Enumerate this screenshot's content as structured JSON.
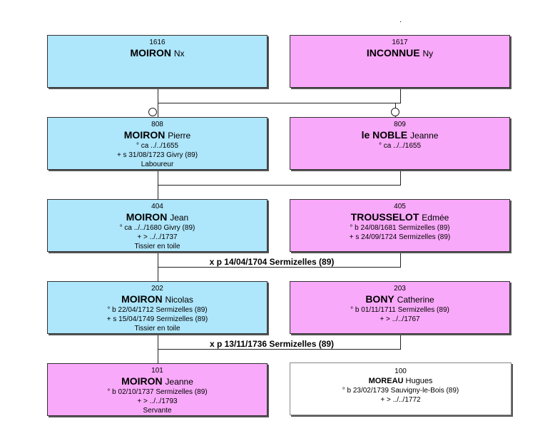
{
  "persons": {
    "p1616": {
      "num": "1616",
      "surname": "MOIRON",
      "given": "Nx",
      "lines": []
    },
    "p1617": {
      "num": "1617",
      "surname": "INCONNUE",
      "given": "Ny",
      "lines": []
    },
    "p808": {
      "num": "808",
      "surname": "MOIRON",
      "given": "Pierre",
      "lines": [
        "° ca ../../1655",
        "+ s 31/08/1723 Givry (89)",
        "Laboureur"
      ]
    },
    "p809": {
      "num": "809",
      "surname": "le NOBLE",
      "given": "Jeanne",
      "lines": [
        "° ca ../../1655"
      ]
    },
    "p404": {
      "num": "404",
      "surname": "MOIRON",
      "given": "Jean",
      "lines": [
        "° ca ../../1680 Givry (89)",
        "+ > ../../1737",
        "Tissier en toile"
      ]
    },
    "p405": {
      "num": "405",
      "surname": "TROUSSELOT",
      "given": "Edmée",
      "lines": [
        "° b 24/08/1681 Sermizelles (89)",
        "+ s 24/09/1724 Sermizelles (89)"
      ]
    },
    "p202": {
      "num": "202",
      "surname": "MOIRON",
      "given": "Nicolas",
      "lines": [
        "° b 22/04/1712 Sermizelles (89)",
        "+ s 15/04/1749 Sermizelles (89)",
        "Tissier en toile"
      ]
    },
    "p203": {
      "num": "203",
      "surname": "BONY",
      "given": "Catherine",
      "lines": [
        "° b 01/11/1711 Sermizelles (89)",
        "+ > ../../1767"
      ]
    },
    "p101": {
      "num": "101",
      "surname": "MOIRON",
      "given": "Jeanne",
      "lines": [
        "° b 02/10/1737 Sermizelles (89)",
        "+ > ../../1793",
        "Servante"
      ]
    },
    "p100": {
      "num": "100",
      "surname": "MOREAU",
      "given": "Hugues",
      "lines": [
        "° b 23/02/1739 Sauvigny-le-Bois (89)",
        "+ > ../../1772"
      ]
    }
  },
  "marriages": {
    "m404": "x p 14/04/1704 Sermizelles (89)",
    "m202": "x p 13/11/1736 Sermizelles (89)"
  },
  "colors": {
    "male": "#aee6fb",
    "female": "#f9a9f9",
    "spouse": "#ffffff"
  }
}
